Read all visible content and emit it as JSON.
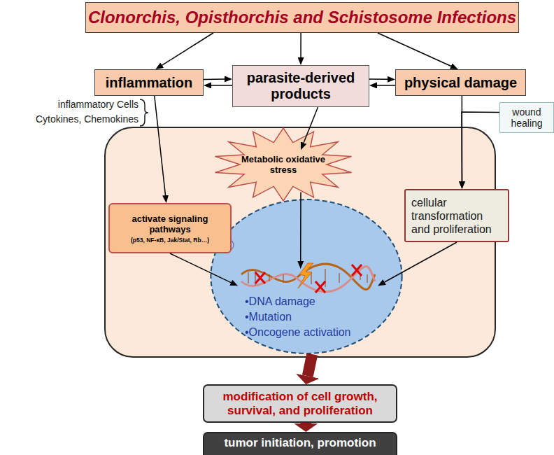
{
  "diagram": {
    "nodes": [
      {
        "text": [
          "Clonorchis, Opisthorchis and Schistosome Infections"
        ]
      },
      {
        "text": [
          "inflammation"
        ]
      },
      {
        "text": [
          "parasite-derived products"
        ]
      },
      {
        "text": [
          "physical damage"
        ]
      },
      {
        "text": [
          "wound healing"
        ]
      },
      {
        "text": [
          "Metabolic oxidative stress"
        ]
      },
      {
        "text": [
          "activate signaling pathways",
          "(p53, NF-κB, Jak/Stat, Rb…)"
        ]
      },
      {
        "text": [
          "cellular transformation and proliferation"
        ]
      },
      {
        "text": [
          "•DNA damage",
          "•Mutation",
          "•Oncogene activation"
        ]
      },
      {
        "text": [
          "modification of cell growth, survival, and proliferation"
        ]
      },
      {
        "text": [
          "tumor initiation, promotion"
        ]
      }
    ],
    "edges": [
      {
        "from": 0,
        "to": 1,
        "arrow": "to"
      },
      {
        "from": 0,
        "to": 2,
        "arrow": "to"
      },
      {
        "from": 0,
        "to": 3,
        "arrow": "to"
      },
      {
        "from": 1,
        "to": 2,
        "arrow": "to"
      },
      {
        "from": 2,
        "to": 1,
        "arrow": "to"
      },
      {
        "from": 2,
        "to": 3,
        "arrow": "to"
      },
      {
        "from": 3,
        "to": 2,
        "arrow": "to"
      },
      {
        "from": 1,
        "to": 6,
        "arrow": "to"
      },
      {
        "from": 2,
        "to": 5,
        "arrow": "to"
      },
      {
        "from": 3,
        "to": 7,
        "arrow": "to"
      },
      {
        "from": 4,
        "to": 7,
        "arrow": "to"
      },
      {
        "from": 6,
        "to": 8,
        "arrow": "to"
      },
      {
        "from": 5,
        "to": 8,
        "arrow": "to"
      },
      {
        "from": 7,
        "to": 8,
        "arrow": "to"
      },
      {
        "from": 8,
        "to": 9,
        "arrow": "to"
      },
      {
        "from": 9,
        "to": 10,
        "arrow": "to"
      }
    ],
    "labels": [
      "inflammatory Cells",
      "Cytokines, Chemokines"
    ]
  }
}
